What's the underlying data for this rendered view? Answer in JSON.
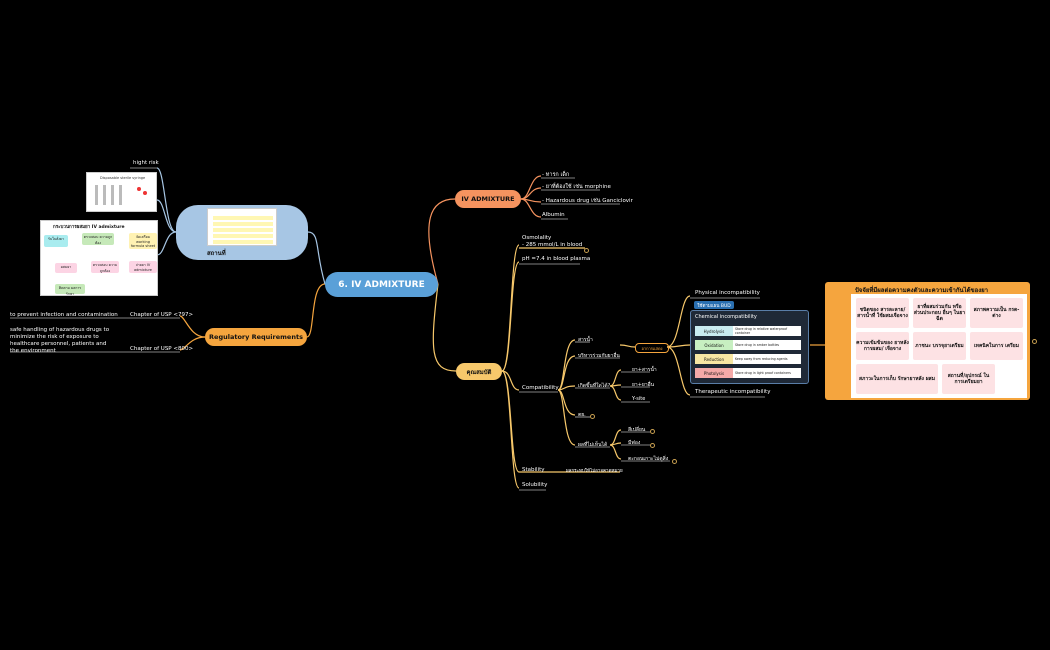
{
  "central": "6. IV ADMIXTURE",
  "iv_admixture": {
    "title": "IV ADMIXTURE",
    "items": [
      "- ทารก เด็ก",
      "- ยาที่ต้องใช้ เช่น morphine",
      "- Hazardous drug เช่น Ganciclovir",
      "Albumin"
    ]
  },
  "regulatory": {
    "title": "Regulatory Requirements",
    "items": [
      {
        "chapter": "Chapter of USP <797>",
        "text": "to prevent infection and contamination"
      },
      {
        "chapter": "Chapter of USP <800>",
        "text": "safe handling of hazardous drugs to minimize the risk of exposure to healthcare personnel, patients and the environment"
      }
    ]
  },
  "place": {
    "label": "สถานที่",
    "hight_risk": "hight risk",
    "syringe_caption": "Disposable sterile syringe",
    "flow_title": "กระบวนการผสมยา IV admixture",
    "flow_boxes": [
      "รับใบสั่งยา",
      "ตรวจสอบ ความถูกต้อง",
      "จัดเตรียม working formula sheet",
      "ผสมยา",
      "ตรวจสอบ ความถูกต้อง",
      "จ่ายยา IV admixture",
      "ติดตาม ผลการรักษา"
    ]
  },
  "properties": {
    "title": "คุณสมบัติ",
    "osmolality": "Osmolality\n- 285 mmol/L in blood",
    "ph": "pH =7.4 in blood plasma",
    "compatibility": "Compatibility",
    "stability": "Stability",
    "stability_note": "ผลกระทบให้ไม่อาจคาดหมาย",
    "solubility": "Solubility",
    "sub": {
      "water": "สารน้ำ",
      "admin": "บริหารร่วมกับยาอื่น",
      "where": "เกิดขึ้นที่ใดได้?",
      "where_items": [
        "ยา+สารน้ำ",
        "ยา+ยาอื่น",
        "Y-site"
      ],
      "ex": "ตย.",
      "observe": "ผลที่ไม่เห็นได้",
      "observe_items": [
        "สีเปลี่ยน",
        "มีฟอง",
        "ตะกอนเกาะไม่ดูสิ่ง"
      ],
      "badge": "อาการแสดง"
    }
  },
  "incompat": {
    "physical": "Physical incompatibility",
    "bud": "ใช้ตามแผน BUD",
    "chemical": "Chemical incompatibility",
    "therapeutic": "Therapeutic incompatibility",
    "rows": [
      {
        "k": "Hydrolysis",
        "v": "Store drug in relative waterproof container",
        "color": "#c9ecf0"
      },
      {
        "k": "Oxidation",
        "v": "Store drug in amber bottles",
        "color": "#c7efc1"
      },
      {
        "k": "Reduction",
        "v": "Keep away from reducing agents",
        "color": "#f7e6a3"
      },
      {
        "k": "Photolysis",
        "v": "Store drug in light proof containers",
        "color": "#f4a9a8"
      }
    ]
  },
  "stability_panel": {
    "side_label": "stability",
    "title": "ปัจจัยที่มีผลต่อความคงตัวและความเข้ากันได้ของยา",
    "cells": [
      "ชนิดของ สารละลาย/ สารน้ำที่ ใช้ผสมเจือจาง",
      "ยาที่ผสมร่วมกัน หรือส่วนประกอบ อื่นๆ ในยาฉีด",
      "สภาพความเป็น กรด-ด่าง",
      "ความเข้มข้นของ ยาหลังการผสม/ เจือจาง",
      "ภาชนะ บรรจุยาเตรียม",
      "เทคนิคในการ เตรียม",
      "สภาวะในการเก็บ รักษายาหลัง ผสม",
      "สถานที่/อุปกรณ์ ในการเตรียมยา"
    ]
  }
}
